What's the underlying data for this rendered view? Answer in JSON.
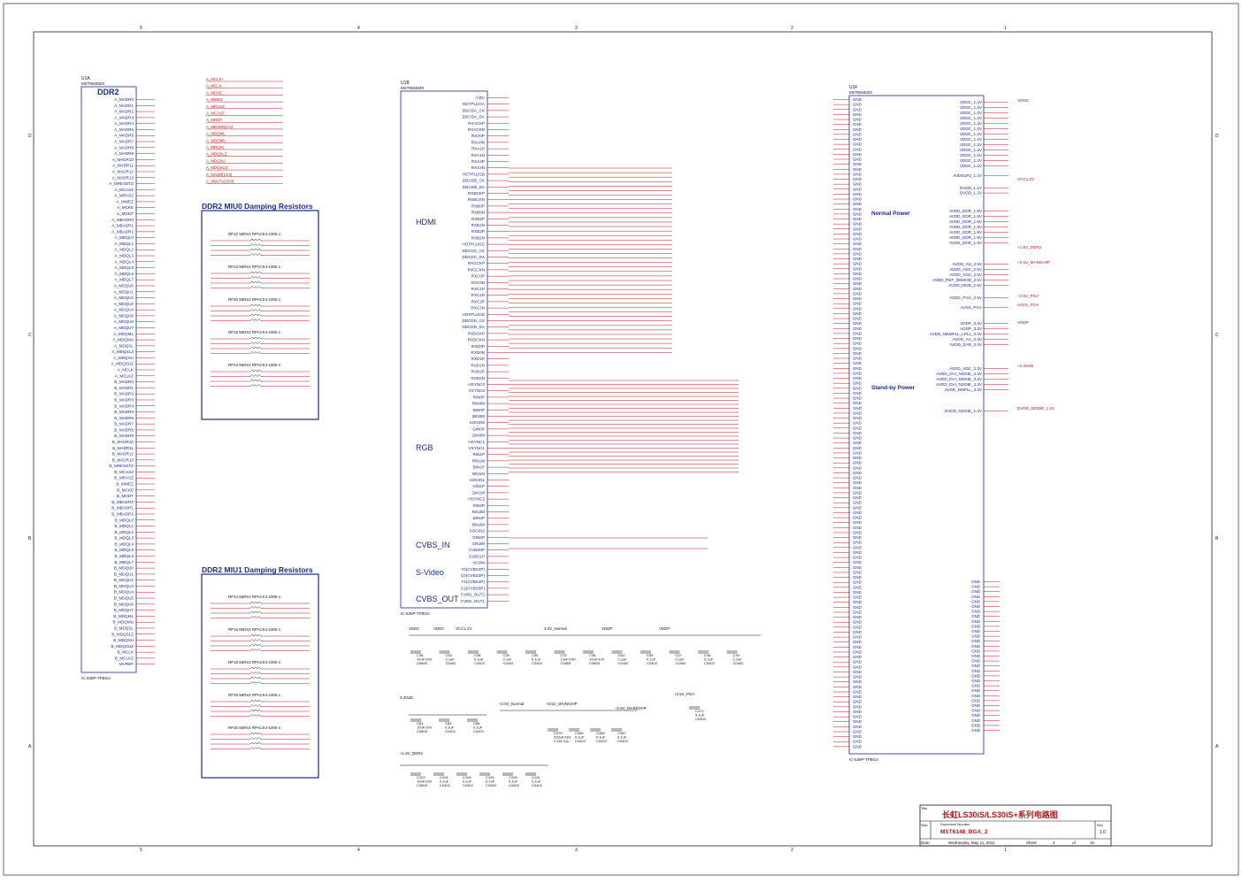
{
  "colors": {
    "wire": "#b01818",
    "outline": "#1a2a8a",
    "frame": "#222222",
    "text": "#111111"
  },
  "border": {
    "columns": [
      "5",
      "4",
      "3",
      "2",
      "1"
    ],
    "rows": [
      "D",
      "C",
      "B",
      "A"
    ]
  },
  "u1a": {
    "ref": "U1A",
    "part": "MST6M48ZX",
    "title": "DDR2",
    "footer": "IC-536P-TFBGA",
    "pins": [
      "A_MADR0",
      "A_MADR1",
      "A_MADR2",
      "A_MADR3",
      "A_MADR4",
      "A_MADR5",
      "A_MADR6",
      "A_MADR7",
      "A_MADR8",
      "A_MADR9",
      "A_MADR10",
      "A_MADR11",
      "A_MADR12",
      "A_MADR13",
      "A_MRESETZ",
      "A_MCASZ",
      "A_MRASZ",
      "A_MWEZ",
      "A_MCKE",
      "A_MODT",
      "A_MBADR0",
      "A_MBADR1",
      "A_MBADR2",
      "A_MDQL0",
      "A_MDQL1",
      "A_MDQL2",
      "A_MDQL3",
      "A_MDQL4",
      "A_MDQL5",
      "A_MDQL6",
      "A_MDQL7",
      "A_MDQU0",
      "A_MDQU1",
      "A_MDQU2",
      "A_MDQU3",
      "A_MDQU4",
      "A_MDQU5",
      "A_MDQU6",
      "A_MDQU7",
      "A_MDQML",
      "A_MDQMU",
      "A_MDQSL",
      "A_MDQSLZ",
      "A_MDQSU",
      "A_MDQSUZ",
      "A_MCLK",
      "A_MCLKZ",
      "B_MADR0",
      "B_MADR1",
      "B_MADR2",
      "B_MADR3",
      "B_MADR4",
      "B_MADR5",
      "B_MADR6",
      "B_MADR7",
      "B_MADR8",
      "B_MADR9",
      "B_MADR10",
      "B_MADR11",
      "B_MADR12",
      "B_MADR13",
      "B_MRESETZ",
      "B_MCASZ",
      "B_MRASZ",
      "B_MWEZ",
      "B_MCKE",
      "B_MODT",
      "B_MBADR0",
      "B_MBADR1",
      "B_MBADR2",
      "B_MDQL0",
      "B_MDQL1",
      "B_MDQL2",
      "B_MDQL3",
      "B_MDQL4",
      "B_MDQL5",
      "B_MDQL6",
      "B_MDQL7",
      "B_MDQU0",
      "B_MDQU1",
      "B_MDQU2",
      "B_MDQU3",
      "B_MDQU4",
      "B_MDQU5",
      "B_MDQU6",
      "B_MDQU7",
      "B_MDQML",
      "B_MDQMU",
      "B_MDQSL",
      "B_MDQSLZ",
      "B_MDQSU",
      "B_MDQSUZ",
      "B_MCLK",
      "B_MCLKZ",
      "MVREF"
    ]
  },
  "damping": {
    "miu0_title": "DDR2 MIU0 Damping Resistors",
    "miu1_title": "DDR2 MIU1 Damping Resistors",
    "miu0_packs": [
      "RP12   56RX4   RPACK4-1005-1",
      "RP13   56RX4   RPACK4-1005-1",
      "RP20   56RX4   RPACK4-1005-1",
      "RP15   56RX4   RPACK4-1005-1",
      "RP24   56RX4   RPACK4-1005-1"
    ],
    "miu1_packs": [
      "RP14   56RX4   RPACK4-1005-1",
      "RP16   56RX4   RPACK4-1005-1",
      "RP19   56RX4   RPACK4-1005-1",
      "RP18   56RX4   RPACK4-1005-1",
      "RP26   56RX4   RPACK4-1005-1"
    ],
    "top_nets": [
      "A_MCLK+",
      "A_MCLK-",
      "A_MCKE",
      "A_MWEZ",
      "A_MRASZ",
      "A_MCASZ",
      "A_MODT",
      "A_MBADR[2:0]",
      "A_MDQML",
      "A_MDQMU",
      "A_MDQSL",
      "A_MDQSLZ",
      "A_MDQSU",
      "A_MDQSUZ",
      "A_MADR[13:0]",
      "A_MDATA[15:0]"
    ]
  },
  "u1b": {
    "ref": "U1B",
    "part": "MST6M48ZX",
    "footer": "IC-536P-TFBGA",
    "sections": [
      "HDMI",
      "RGB",
      "CVBS_IN",
      "S-Video",
      "CVBS_OUT"
    ],
    "pins": [
      "CEC",
      "HOTPLUGA",
      "DDCDA_CK",
      "DDCDA_DA",
      "RXACKP",
      "RXACKN",
      "RXA0P",
      "RXA0N",
      "RXA1P",
      "RXA1N",
      "RXA2P",
      "RXA2N",
      "HOTPLUGB",
      "DDCDB_CK",
      "DDCDB_DA",
      "RXBCKP",
      "RXBCKN",
      "RXB0P",
      "RXB0N",
      "RXB1P",
      "RXB1N",
      "RXB2P",
      "RXB2N",
      "HOTPLUGC",
      "DDCDC_CK",
      "DDCDC_DA",
      "RXCCKP",
      "RXCCKN",
      "RXC0P",
      "RXC0N",
      "RXC1P",
      "RXC1N",
      "RXC2P",
      "RXC2N",
      "HOTPLUGD",
      "DDCDD_CK",
      "DDCDD_DA",
      "RXDCKP",
      "RXDCKN",
      "RXD0P",
      "RXD0N",
      "RXD1P",
      "RXD1N",
      "RXD2P",
      "RXD2N",
      "HSYNC0",
      "VSYNC0",
      "RIN0P",
      "RIN0M",
      "BIN0P",
      "BIN0M",
      "SOGIN0",
      "GIN0P",
      "GIN0M",
      "HSYNC1",
      "VSYNC1",
      "RIN1P",
      "RIN1M",
      "BIN1P",
      "BIN1M",
      "SOGIN1",
      "GIN1P",
      "GIN1M",
      "HSYNC2",
      "RIN2P",
      "RIN2M",
      "BIN2P",
      "BIN2M",
      "SOGIN2",
      "GIN2P",
      "GIN2M",
      "CVBS0P",
      "CVBS1P",
      "VCOM",
      "Y0(CVBS2P)",
      "C0(CVBS3P)",
      "Y1(CVBS4P)",
      "C1(CVBS5P)",
      "CVBS_OUT2",
      "CVBS_OUT1"
    ]
  },
  "u1f": {
    "ref": "U1F",
    "part": "MST6M48ZX",
    "footer": "IC-536P-TFBGA",
    "labels": {
      "normal": "Normal Power",
      "standby": "Stand-by Power"
    },
    "power_pins": [
      "VDDC_1.2V",
      "VDDC_1.2V",
      "VDDC_1.2V",
      "VDDC_1.2V",
      "VDDC_1.2V",
      "VDDC_1.2V",
      "VDDC_1.2V",
      "VDDC_1.2V",
      "VDDC_1.2V",
      "VDDC_1.2V",
      "VDDC_1.2V",
      "VDDC_1.2V",
      "VDDC_1.2V",
      "AVDD1P2_1.2V",
      "DVDD_1.2V",
      "DVDD_1.2V",
      "AVDD_DDR_1.8V",
      "AVDD_DDR_1.8V",
      "AVDD_DDR_1.8V",
      "AVDD_DDR_1.8V",
      "AVDD_DDR_1.8V",
      "AVDD_DDR_1.8V",
      "AVDD_DDR_1.8V",
      "AVDD_AU_2.5V",
      "AVDD_ADC_2.5V",
      "AVDD_ADC_2.5V",
      "AVDD_REF_DEMOD_2.5V",
      "AVDD_MOD_2.5V",
      "AVDD_PGA_2.5V",
      "AVSS_PGA",
      "VDDP_3.3V",
      "VDDP_3.3V",
      "AVDD_MEMPLL_LPLL_3.3V",
      "AVDD_AU_3.3V",
      "AVDD_EAR_3.3V",
      "AVDD_ADC_3.3V",
      "AVDD_DVI_NODIE_3.3V",
      "AVDD_DVI_NODIE_3.3V",
      "AVDD_DVI_NODIE_3.3V",
      "AVDD_DMPLL_3.3V",
      "DVDD_NODIE_1.2V"
    ],
    "rails": [
      "VDDC",
      "VCC1.2V",
      "+1.8V_DDR2",
      "+2.5V_MAINCHIP",
      "+2.5V_PGA",
      "AVSS_PGA",
      "VDDP",
      "+3.3Vstb",
      "DVDD_NODIE_1.2V"
    ]
  },
  "decoupling": {
    "rails": [
      "VDDC",
      "VDDC",
      "VCC1.2V",
      "3.3V_Normal",
      "VDDP",
      "VDDP",
      "3.3Vstb",
      "+2.5V_Normal",
      "+2.5V_MAINCHIP",
      "+2.5V_MAINCHIP",
      "+2.5V_PGA",
      "+1.8V_DDR2"
    ],
    "parts": [
      "C36 10uF/10V C0805",
      "C54 0.1uF C0402",
      "C38 0.1uF C0402",
      "C39 0.1uF C0402",
      "C55 0.1uF C0402",
      "C37 10uF/10V C0805",
      "C46 10uF/10V C0805",
      "C64 0.1uF C0402",
      "C65 0.1uF C0402",
      "C47 0.1uF C0402",
      "C48 0.1uF C0402",
      "C49 0.1uF C0402",
      "C63 10uF/10V C0805",
      "C84 0.1uF C0402",
      "C85 0.1uF C0402",
      "C470 220uF/16V C-D6.3-A",
      "C484 0.1uF C0402",
      "C486 0.1uF C0402",
      "C487 0.1uF C0402",
      "C471 0.1uF C0402",
      "C103 10uF/10V C0805",
      "C104 0.1uF C0402",
      "C105 0.1uF C0402",
      "C106 0.1uF C0402",
      "C109 0.1uF C0402",
      "C110 0.1uF C0402"
    ]
  },
  "title_block": {
    "title_label": "Title",
    "title": "长虹LS30iS/LS30iS+系列电路图",
    "size_label": "Size",
    "docnum_label": "Document Number",
    "docnum": "MST6148_BGA_2",
    "rev_label": "Rev",
    "rev": "1.0",
    "date_label": "Date:",
    "date": "Wednesday, May 11, 2011",
    "sheet_label": "Sheet",
    "sheet": "4",
    "of_label": "of",
    "total": "16"
  }
}
